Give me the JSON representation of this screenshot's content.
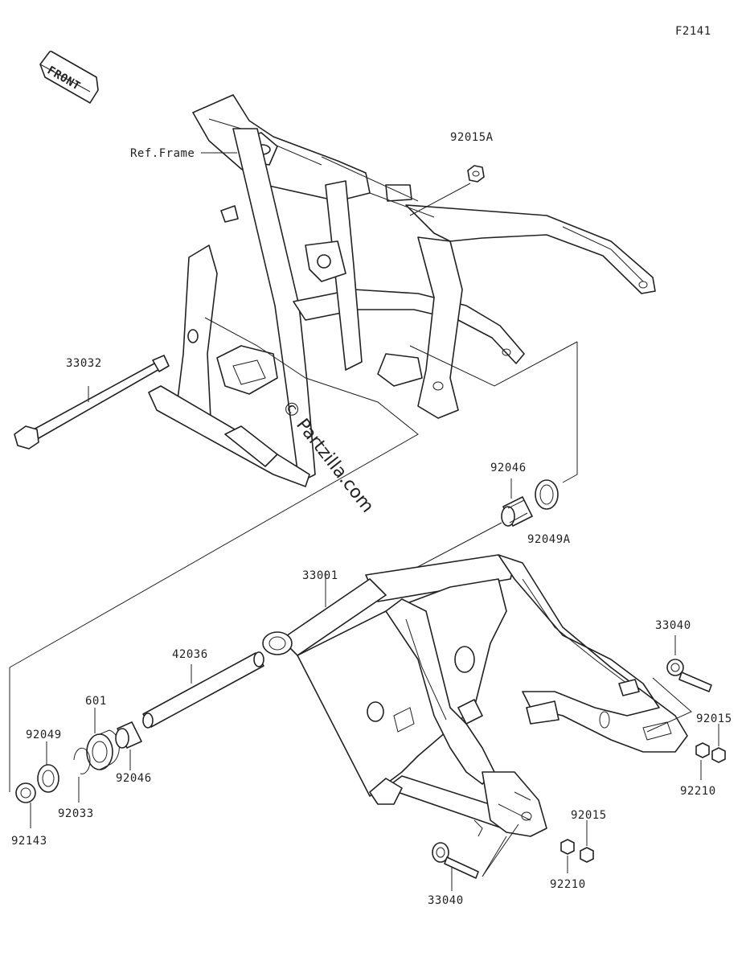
{
  "figure_code": "F2141",
  "front_label": "FRONT",
  "ref_frame_label": "Ref.Frame",
  "watermark": "© Partzilla.com",
  "parts": {
    "p_92015A": "92015A",
    "p_33032": "33032",
    "p_92046_top": "92046",
    "p_92049A": "92049A",
    "p_33001": "33001",
    "p_33040_right": "33040",
    "p_92015_right": "92015",
    "p_92210_right": "92210",
    "p_42036": "42036",
    "p_601": "601",
    "p_92049": "92049",
    "p_92046_bottom": "92046",
    "p_92033": "92033",
    "p_92143": "92143",
    "p_92015_bottom": "92015",
    "p_92210_bottom": "92210",
    "p_33040_bottom": "33040"
  }
}
